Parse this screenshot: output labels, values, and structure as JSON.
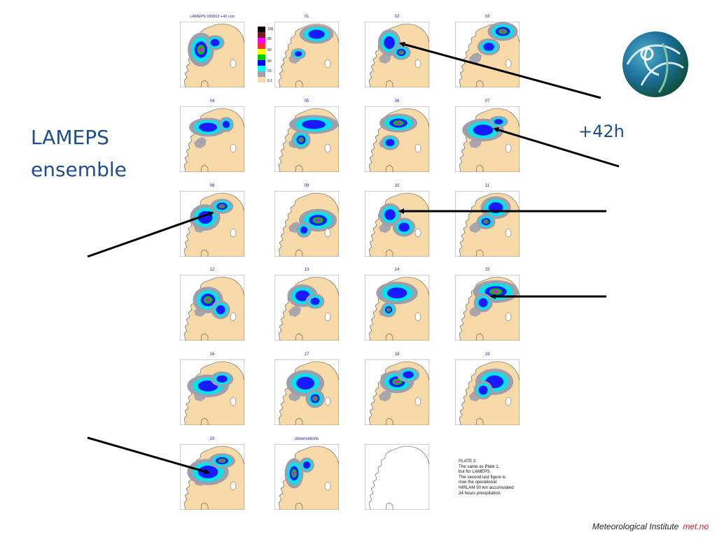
{
  "slide": {
    "side_title_line1": "LAMEPS",
    "side_title_line2": "ensemble",
    "hour_label": "+42h",
    "footer_institute": "Meteorological Institute",
    "footer_brand": "met.no",
    "colors": {
      "title": "#1f4e8c",
      "arrow": "#000000",
      "land": "#f8d9a8",
      "sea": "#ffffff",
      "footer_brand": "#d32027"
    }
  },
  "figure": {
    "panels": [
      {
        "label": "LAMEPS 030813 +42 con"
      },
      {
        "label": "01"
      },
      {
        "label": "02"
      },
      {
        "label": "03"
      },
      {
        "label": "04"
      },
      {
        "label": "05"
      },
      {
        "label": "06"
      },
      {
        "label": "07"
      },
      {
        "label": "08"
      },
      {
        "label": "09"
      },
      {
        "label": "10"
      },
      {
        "label": "11"
      },
      {
        "label": "12"
      },
      {
        "label": "13"
      },
      {
        "label": "14"
      },
      {
        "label": "15"
      },
      {
        "label": "16"
      },
      {
        "label": "17"
      },
      {
        "label": "18"
      },
      {
        "label": "19"
      },
      {
        "label": "20"
      },
      {
        "label": "observations"
      },
      {
        "label": ""
      }
    ],
    "legend": {
      "values": [
        "100",
        "80",
        "60",
        "40",
        "20",
        "0.1"
      ],
      "colors": [
        "#000000",
        "#7a1a1a",
        "#ff00ff",
        "#ff3030",
        "#ffff00",
        "#00cc00",
        "#0000ff",
        "#00ffff",
        "#a0a0b0",
        "#f8d9a8"
      ]
    },
    "caption": {
      "line1": "PLATE 2:",
      "line2": "The same as Plate 1,",
      "line3": "but for LAMEPS.",
      "line4": "The second last figure is",
      "line5": "now the operational",
      "line6": "HIRLAM 50 km accumulated",
      "line7": "24 hours precipitation."
    }
  }
}
